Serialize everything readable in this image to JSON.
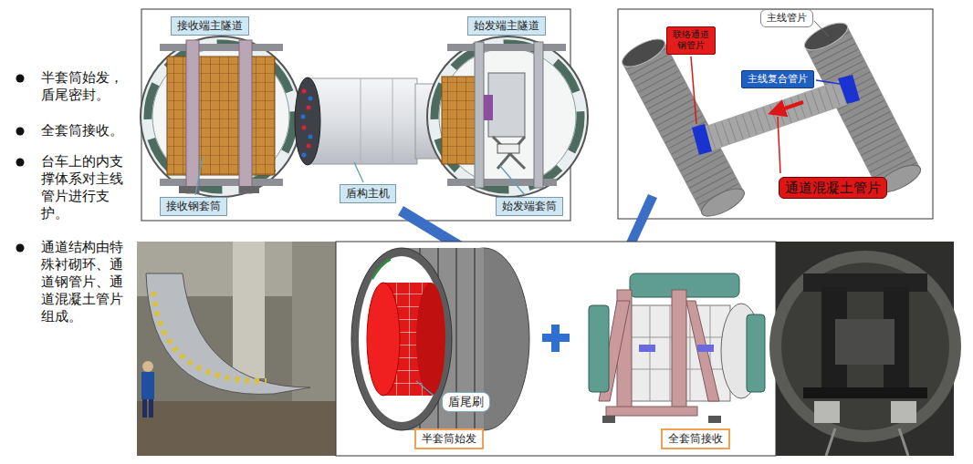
{
  "diagram": {
    "nodes": [
      {
        "text": [
          "接收端主隧道"
        ]
      },
      {
        "text": [
          "始发端主隧道"
        ]
      },
      {
        "text": [
          "盾构主机"
        ]
      },
      {
        "text": [
          "接收钢套筒"
        ]
      },
      {
        "text": [
          "始发端套筒"
        ]
      },
      {
        "text": [
          "主线管片"
        ]
      },
      {
        "text": [
          "联络通道钢管片"
        ]
      },
      {
        "text": [
          "主线复合管片"
        ]
      },
      {
        "text": [
          "通道混凝土管片"
        ]
      },
      {
        "text": [
          "盾尾刷"
        ]
      },
      {
        "text": [
          "半套筒始发"
        ]
      },
      {
        "text": [
          "全套筒接收"
        ]
      }
    ],
    "labels": [
      "半套筒始发，盾尾密封。",
      "全套筒接收。",
      "台车上的内支撑体系对主线管片进行支护。",
      "通道结构由特殊衬砌环、通道钢管片、通道混凝土管片组成。"
    ]
  }
}
